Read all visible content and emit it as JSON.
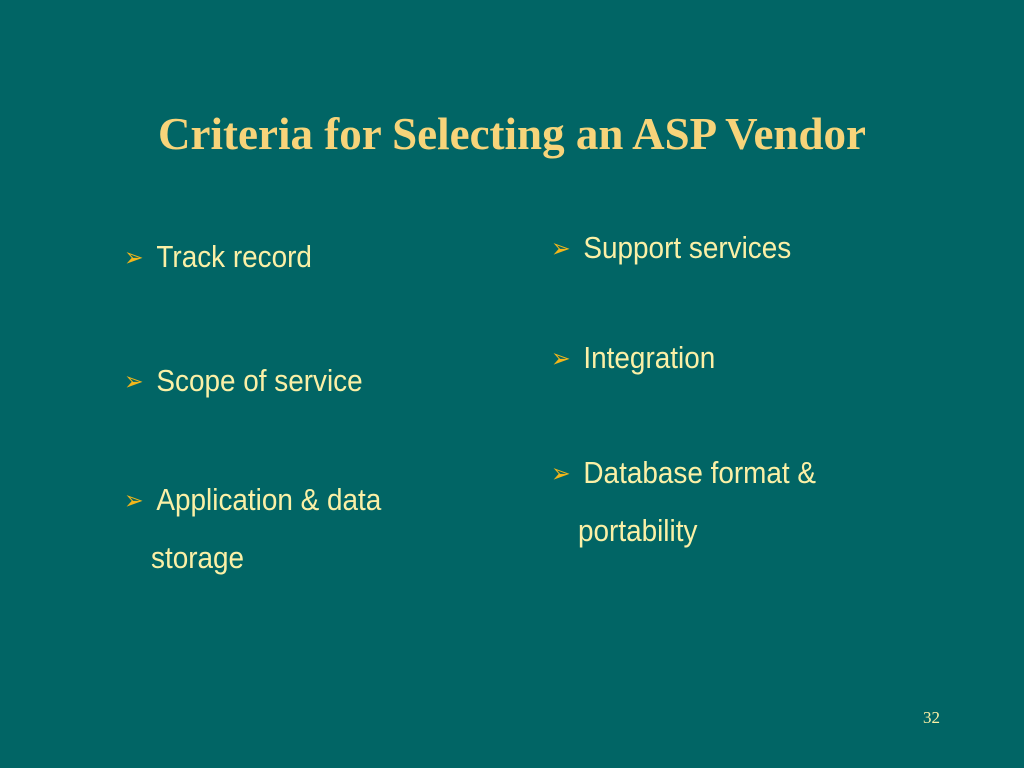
{
  "slide": {
    "title": "Criteria for Selecting an ASP Vendor",
    "page_number": "32",
    "bullet_icon": "arrowhead-bullet-icon",
    "colors": {
      "background": "#016565",
      "title": "#F7D47A",
      "text": "#FBF0A6",
      "bullet": "#F2B61B"
    },
    "left_column": [
      {
        "line1": "Track record"
      },
      {
        "line1": "Scope of service"
      },
      {
        "line1": "Application & data",
        "line2": "storage"
      }
    ],
    "right_column": [
      {
        "line1": "Support services"
      },
      {
        "line1": "Integration"
      },
      {
        "line1": "Database format &",
        "line2": "portability"
      }
    ]
  }
}
